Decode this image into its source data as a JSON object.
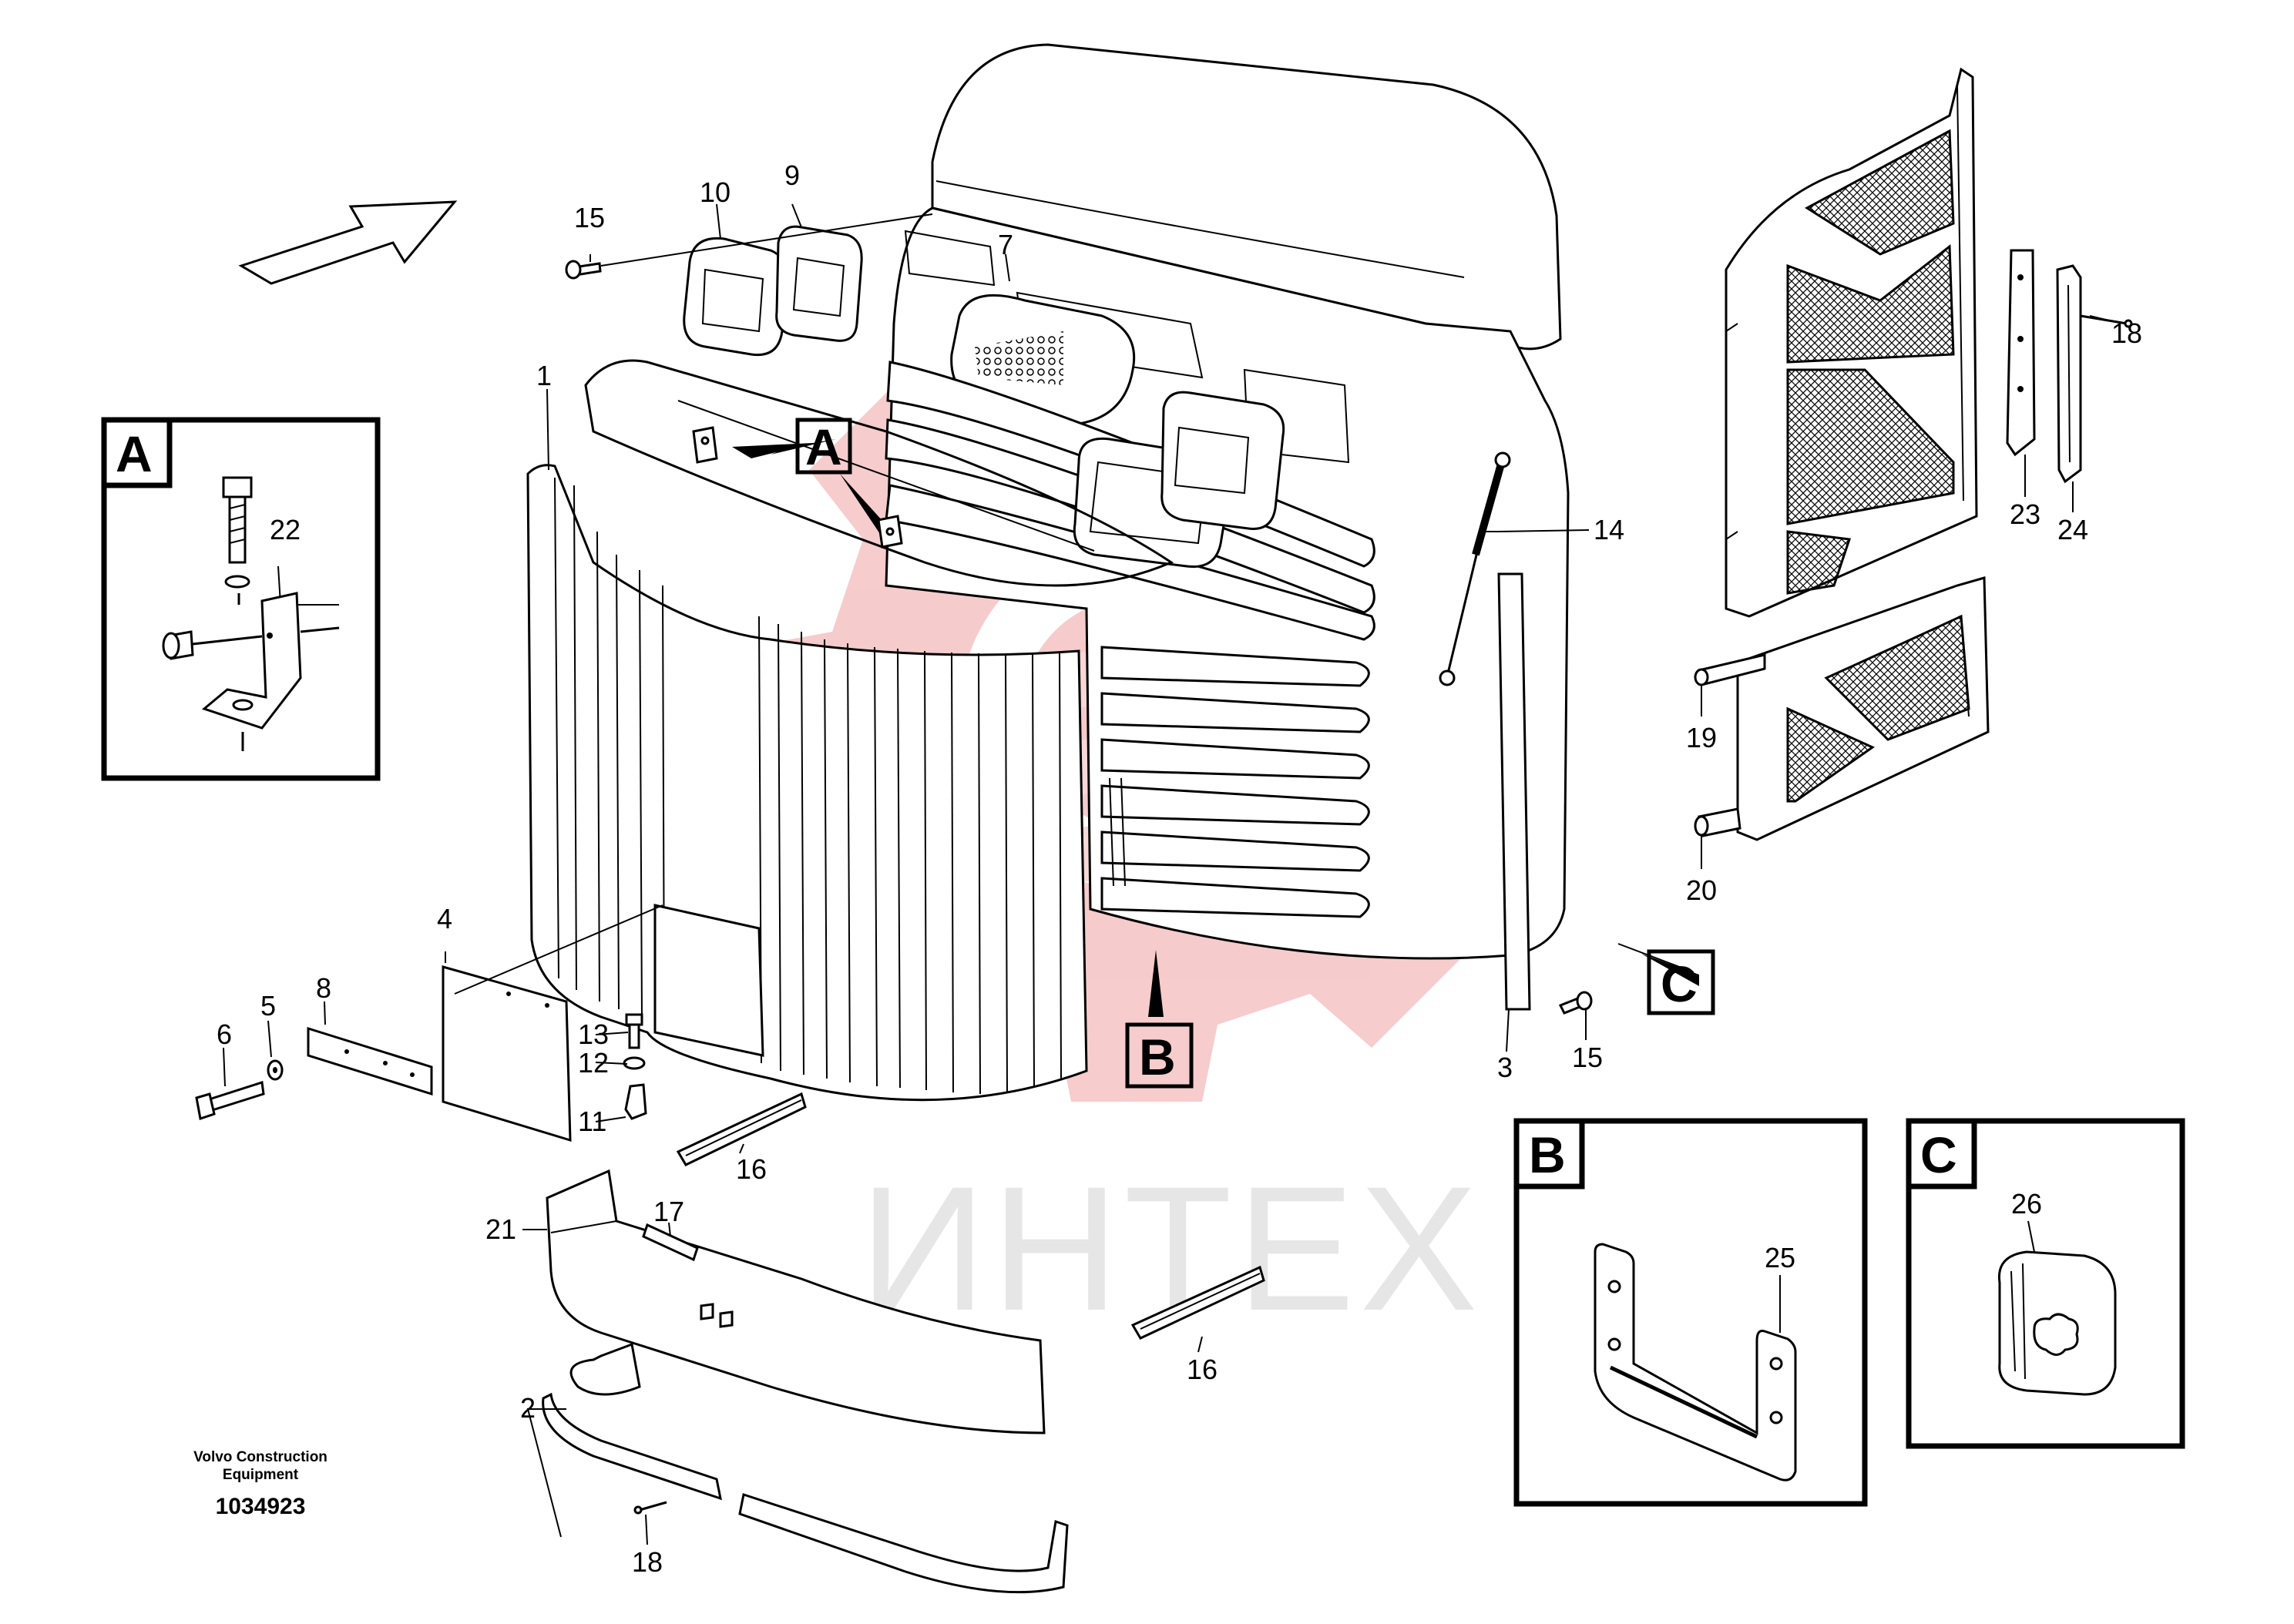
{
  "callouts": {
    "c1": "1",
    "c2": "2",
    "c3": "3",
    "c4": "4",
    "c5": "5",
    "c6": "6",
    "c7": "7",
    "c8": "8",
    "c9": "9",
    "c10": "10",
    "c11": "11",
    "c12": "12",
    "c13": "13",
    "c14": "14",
    "c15a": "15",
    "c15b": "15",
    "c16a": "16",
    "c16b": "16",
    "c17": "17",
    "c18a": "18",
    "c18b": "18",
    "c19": "19",
    "c20": "20",
    "c21": "21",
    "c22": "22",
    "c23": "23",
    "c24": "24",
    "c25": "25",
    "c26": "26"
  },
  "detail_markers": {
    "a_main": "A",
    "b_main": "B",
    "c_main": "C",
    "a_inset": "A",
    "b_inset": "B",
    "c_inset": "C"
  },
  "watermark": "ИНТЕХ",
  "footer": {
    "company_line1": "Volvo Construction",
    "company_line2": "Equipment",
    "drawing_number": "1034923"
  },
  "colors": {
    "line": "#000000",
    "watermark_red": "#f6c9c9",
    "watermark_gray": "#e6e6e6"
  }
}
